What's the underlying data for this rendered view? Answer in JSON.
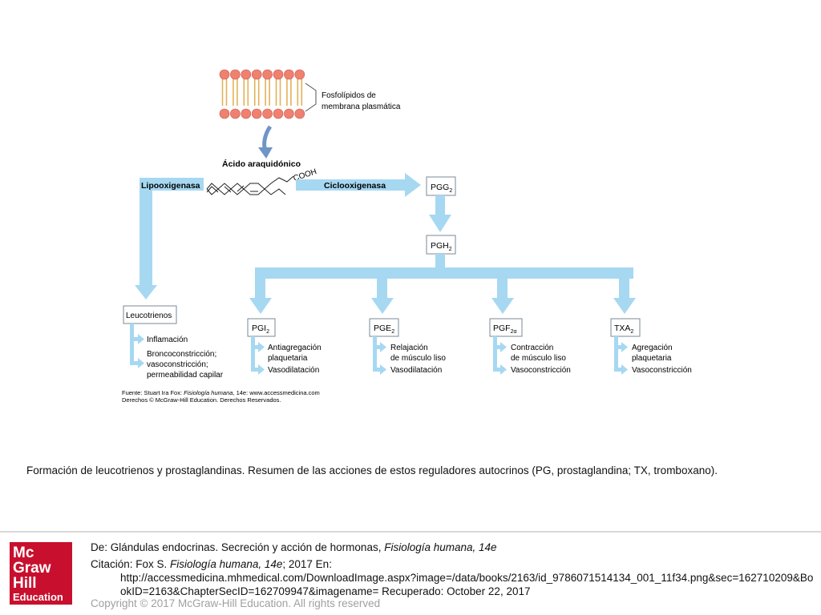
{
  "diagram": {
    "membrane_label_line1": "Fosfolípidos de",
    "membrane_label_line2": "membrana plasmática",
    "arachidonic_label": "Ácido araquidónico",
    "cooh_label": "COOH",
    "lipoxygenase_label": "Lipooxigenasa",
    "cyclooxygenase_label": "Ciclooxigenasa",
    "pgg2": {
      "base": "PGG",
      "sub": "2"
    },
    "pgh2": {
      "base": "PGH",
      "sub": "2"
    },
    "leukotrienes": {
      "title": "Leucotrienos",
      "effects": [
        "Inflamación",
        "Broncoconstricción;",
        "vasoconstricción;",
        "permeabilidad capilar"
      ]
    },
    "pgi2": {
      "base": "PGI",
      "sub": "2",
      "effects": [
        "Antiagregación",
        "plaquetaria",
        "Vasodilatación"
      ]
    },
    "pge2": {
      "base": "PGE",
      "sub": "2",
      "effects": [
        "Relajación",
        "de músculo liso",
        "Vasodilatación"
      ]
    },
    "pgf2a": {
      "base": "PGF",
      "sub": "2α",
      "effects": [
        "Contracción",
        "de músculo liso",
        "Vasoconstricción"
      ]
    },
    "txa2": {
      "base": "TXA",
      "sub": "2",
      "effects": [
        "Agregación",
        "plaquetaria",
        "Vasoconstricción"
      ]
    },
    "credit_prefix": "Fuente: Stuart Ira Fox: ",
    "credit_title": "Fisiología humana",
    "credit_suffix": ", 14e: www.accessmedicina.com",
    "credit_line2": "Derechos © McGraw-Hill Education. Derechos Reservados.",
    "colors": {
      "arrow": "#a6d8f2",
      "box_border": "#7a8a96",
      "membrane_head": "#f08070",
      "membrane_tail": "#e2b15a",
      "down_arrow": "#6f94c8"
    }
  },
  "caption": "Formación de leucotrienos y prostaglandinas. Resumen de las acciones de estos reguladores autocrinos (PG, prostaglandina; TX, tromboxano).",
  "footer": {
    "logo": {
      "line1": "Mc",
      "line2": "Graw",
      "line3": "Hill",
      "line4": "Education"
    },
    "from_prefix": "De: Glándulas endocrinas. Secreción y acción de hormonas, ",
    "from_book": "Fisiología humana, 14e",
    "cite_prefix": "Citación: Fox S. ",
    "cite_book": "Fisiología humana, 14e",
    "cite_suffix": "; 2017 En:",
    "cite_url": "http://accessmedicina.mhmedical.com/DownloadImage.aspx?image=/data/books/2163/id_9786071514134_001_11f34.png&sec=162710209&BookID=2163&ChapterSecID=162709947&imagename= Recuperado: October 22, 2017",
    "copyright": "Copyright © 2017 McGraw-Hill Education. All rights reserved"
  }
}
